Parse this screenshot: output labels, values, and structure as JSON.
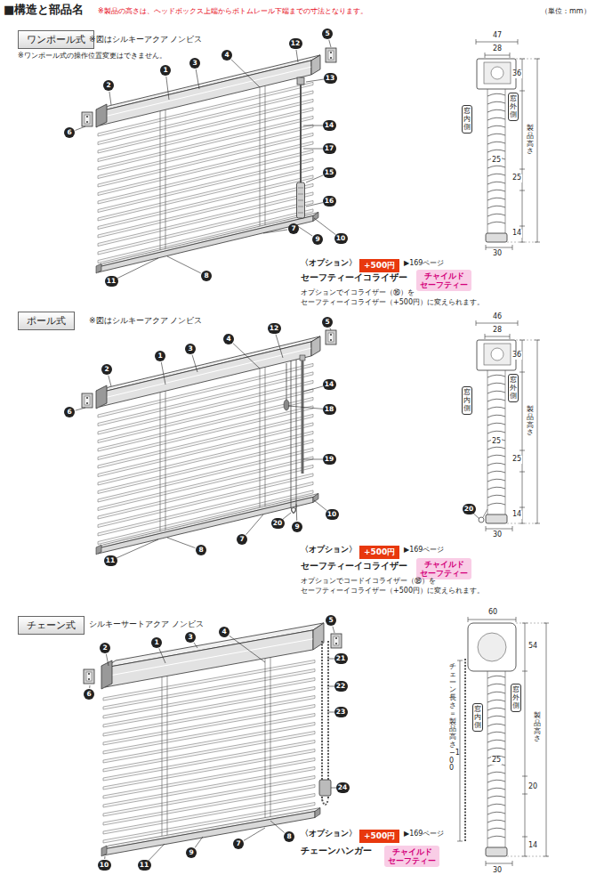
{
  "diagram": {
    "title": "■構造と部品名",
    "nodes": [
      {
        "text": [
          "ワンポール式"
        ]
      },
      {
        "text": [
          "12"
        ]
      },
      {
        "text": [
          "5"
        ]
      },
      {
        "text": [
          "1"
        ]
      },
      {
        "text": [
          "3"
        ]
      },
      {
        "text": [
          "4"
        ]
      },
      {
        "text": [
          "2"
        ]
      },
      {
        "text": [
          "13"
        ]
      },
      {
        "text": [
          "6"
        ]
      },
      {
        "text": [
          "14"
        ]
      },
      {
        "text": [
          "17"
        ]
      },
      {
        "text": [
          "15"
        ]
      },
      {
        "text": [
          "16"
        ]
      },
      {
        "text": [
          "7"
        ]
      },
      {
        "text": [
          "9"
        ]
      },
      {
        "text": [
          "10"
        ]
      },
      {
        "text": [
          "11"
        ]
      },
      {
        "text": [
          "8"
        ]
      },
      {
        "text": [
          "+500円"
        ]
      },
      {
        "text": [
          "チャイルド セーフティー"
        ]
      },
      {
        "text": [
          "窓内側"
        ]
      },
      {
        "text": [
          "窓外側"
        ]
      },
      {
        "text": [
          "ポール式"
        ]
      },
      {
        "text": [
          "5"
        ]
      },
      {
        "text": [
          "12"
        ]
      },
      {
        "text": [
          "1"
        ]
      },
      {
        "text": [
          "3"
        ]
      },
      {
        "text": [
          "4"
        ]
      },
      {
        "text": [
          "2"
        ]
      },
      {
        "text": [
          "6"
        ]
      },
      {
        "text": [
          "14"
        ]
      },
      {
        "text": [
          "18"
        ]
      },
      {
        "text": [
          "19"
        ]
      },
      {
        "text": [
          "10"
        ]
      },
      {
        "text": [
          "20"
        ]
      },
      {
        "text": [
          "9"
        ]
      },
      {
        "text": [
          "7"
        ]
      },
      {
        "text": [
          "8"
        ]
      },
      {
        "text": [
          "11"
        ]
      },
      {
        "text": [
          "+500円"
        ]
      },
      {
        "text": [
          "チャイルド セーフティー"
        ]
      },
      {
        "text": [
          "窓内側"
        ]
      },
      {
        "text": [
          "窓外側"
        ]
      },
      {
        "text": [
          "20"
        ]
      },
      {
        "text": [
          "チェーン式"
        ]
      },
      {
        "text": [
          "5"
        ]
      },
      {
        "text": [
          "1"
        ]
      },
      {
        "text": [
          "3"
        ]
      },
      {
        "text": [
          "4"
        ]
      },
      {
        "text": [
          "2"
        ]
      },
      {
        "text": [
          "21"
        ]
      },
      {
        "text": [
          "6"
        ]
      },
      {
        "text": [
          "22"
        ]
      },
      {
        "text": [
          "23"
        ]
      },
      {
        "text": [
          "24"
        ]
      },
      {
        "text": [
          "10"
        ]
      },
      {
        "text": [
          "11"
        ]
      },
      {
        "text": [
          "9"
        ]
      },
      {
        "text": [
          "7"
        ]
      },
      {
        "text": [
          "8"
        ]
      },
      {
        "text": [
          "+500円"
        ]
      },
      {
        "text": [
          "チャイルド セーフティー"
        ]
      },
      {
        "text": [
          "窓内側"
        ]
      },
      {
        "text": [
          "窓外側"
        ]
      }
    ],
    "labels": [
      "※製品の高さは、ヘッドボックス上端からボトムレール下端までの寸法となります。",
      "（単位：mm）",
      "※図はシルキーアクア ノンビス",
      "※ワンポール式の操作位置変更はできません。",
      "〈オプション〉",
      "▶169ページ",
      "セーフティーイコライザー",
      "オプションでイコライザー（⑯）を セーフティーイコライザー（+500円）に変えられます。",
      "47",
      "28",
      "36",
      "25",
      "25",
      "14",
      "30",
      "製品高さ",
      "※図はシルキーアクア ノンビス",
      "〈オプション〉",
      "▶169ページ",
      "セーフティーイコライザー",
      "オプションでコードイコライザー（⑱）を セーフティーイコライザー（+500円）に変えられます。",
      "46",
      "28",
      "36",
      "25",
      "25",
      "14",
      "30",
      "製品高さ",
      "シルキーサートアクア ノンビス",
      "〈オプション〉",
      "▶169ページ",
      "チェーンハンガー",
      "60",
      "54",
      "25",
      "20",
      "14",
      "30",
      "製品高さ",
      "チェーン長さ＝製品高さ−100"
    ]
  }
}
